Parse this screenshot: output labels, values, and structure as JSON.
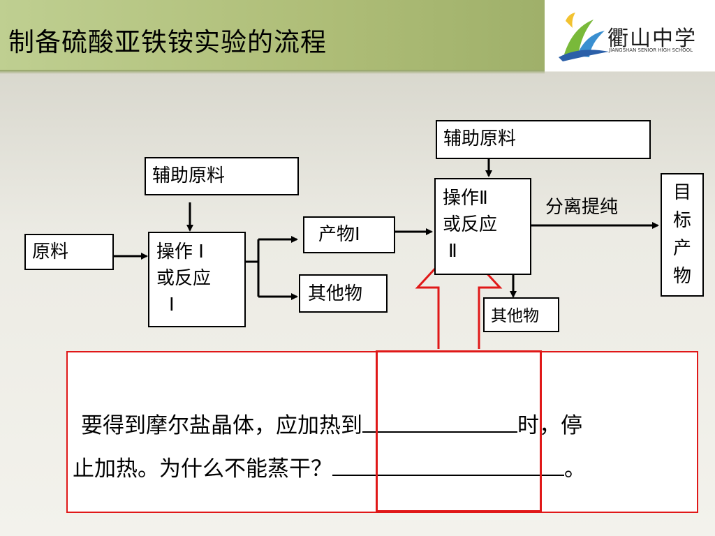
{
  "slide": {
    "title": "制备硫酸亚铁铵实验的流程",
    "logo_text": "衢山中学",
    "logo_subtitle": "JIANGSHAN SENIOR HIGH SCHOOL"
  },
  "flow": {
    "raw_material": "原料",
    "aux_material_1": "辅助原料",
    "aux_material_2": "辅助原料",
    "operation_1": [
      "操作 Ⅰ",
      "或反应",
      "Ⅰ"
    ],
    "product_1": "产物Ⅰ",
    "other_1": "其他物",
    "operation_2": [
      "操作Ⅱ",
      "或反应",
      "Ⅱ"
    ],
    "separation_label": "分离提纯",
    "target": [
      "目",
      "标",
      "产",
      "物"
    ],
    "other_2": "其他物"
  },
  "question": {
    "line1_a": "要得到摩尔盐晶体，应加热到",
    "line1_b": "时，停",
    "line2_a": "止加热。为什么不能蒸干？",
    "line2_b": "。"
  },
  "colors": {
    "highlight": "#e01818"
  }
}
